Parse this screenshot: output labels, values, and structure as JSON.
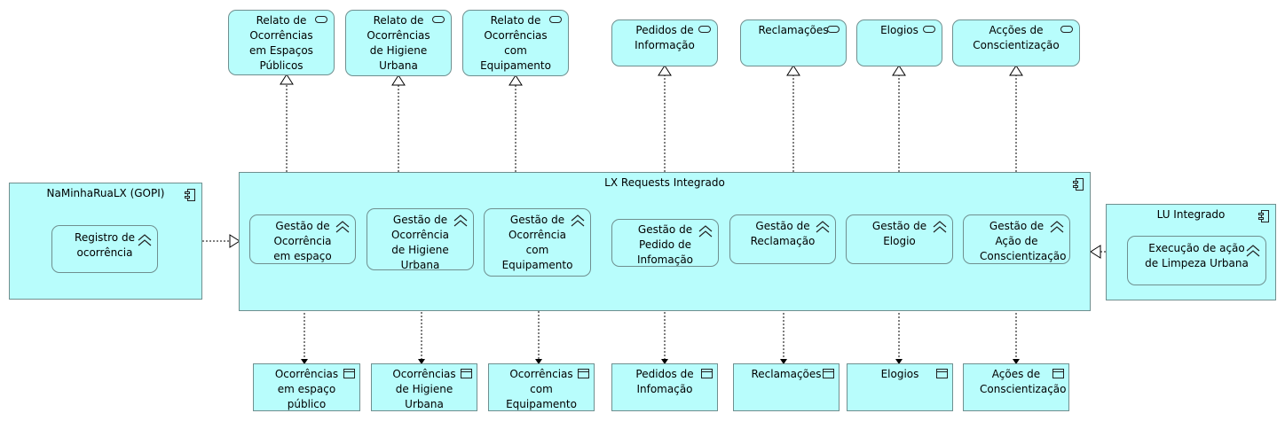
{
  "colors": {
    "fill": "#b8fdfc",
    "border": "#6f8f8f",
    "line": "#000000"
  },
  "services": [
    {
      "label": "Relato de Ocorrências em Espaços Públicos",
      "icon": "business-service-icon"
    },
    {
      "label": "Relato de Ocorrências de Higiene Urbana",
      "icon": "business-service-icon"
    },
    {
      "label": "Relato de Ocorrências com Equipamento",
      "icon": "business-service-icon"
    },
    {
      "label": "Pedidos de Informação",
      "icon": "business-service-icon"
    },
    {
      "label": "Reclamações",
      "icon": "business-service-icon"
    },
    {
      "label": "Elogios",
      "icon": "business-service-icon"
    },
    {
      "label": "Acções de Conscientização",
      "icon": "business-service-icon"
    }
  ],
  "components": {
    "left": {
      "title": "NaMinhaRuaLX (GOPI)",
      "process": "Registro de ocorrência"
    },
    "center": {
      "title": "LX Requests Integrado"
    },
    "right": {
      "title": "LU Integrado",
      "process": "Execução de ação de Limpeza Urbana"
    }
  },
  "processes": [
    "Gestão de Ocorrência em espaço público",
    "Gestão de Ocorrência de Higiene Urbana",
    "Gestão de Ocorrência com Equipamento",
    "Gestão de Pedido de Infomação",
    "Gestão de Reclamação",
    "Gestão de Elogio",
    "Gestão de Ação de Conscientização"
  ],
  "objects": [
    "Ocorrências em espaço público",
    "Ocorrências de Higiene Urbana",
    "Ocorrências com Equipamento",
    "Pedidos de Infomação",
    "Reclamações",
    "Elogios",
    "Ações de Conscientização"
  ]
}
